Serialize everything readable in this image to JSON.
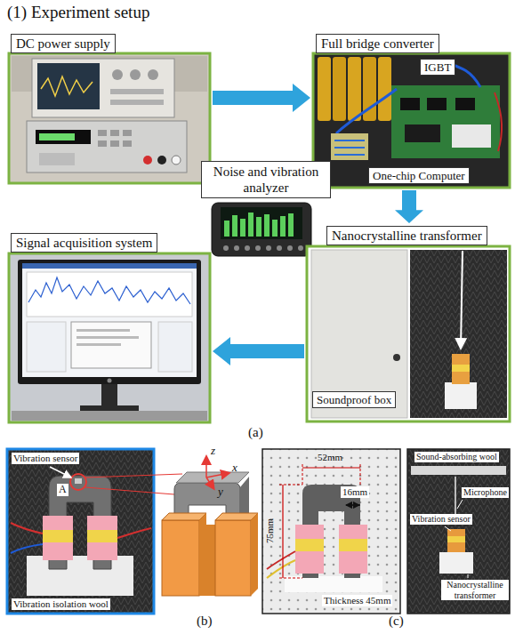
{
  "diagram": {
    "title": "(1) Experiment setup",
    "nodes": [
      {
        "text": [
          "DC power supply"
        ]
      },
      {
        "text": [
          "Full bridge converter"
        ]
      },
      {
        "text": [
          "IGBT"
        ],
        "in": 1
      },
      {
        "text": [
          "One-chip Computer"
        ],
        "in": 1
      },
      {
        "text": [
          "Noise and vibration analyzer"
        ]
      },
      {
        "text": [
          "Signal acquisition system"
        ]
      },
      {
        "text": [
          "Nanocrystalline transformer"
        ]
      },
      {
        "text": [
          "Soundproof box"
        ],
        "in": 6
      }
    ],
    "edges": [
      {
        "from": 0,
        "to": 1,
        "arrow": "to"
      },
      {
        "from": 1,
        "to": 6,
        "arrow": "to"
      },
      {
        "from": 6,
        "to": 5,
        "arrow": "to"
      }
    ],
    "labels": [
      "(a)",
      "Vibration sensor",
      "A",
      "Vibration isolation wool",
      "z",
      "x",
      "y",
      "(b)",
      "52mm",
      "16mm",
      "75mm",
      "Thickness 45mm",
      "Sound-absorbing wool",
      "Microphone",
      "Vibration sensor",
      "Nanocrystalline transformer",
      "(c)"
    ]
  }
}
